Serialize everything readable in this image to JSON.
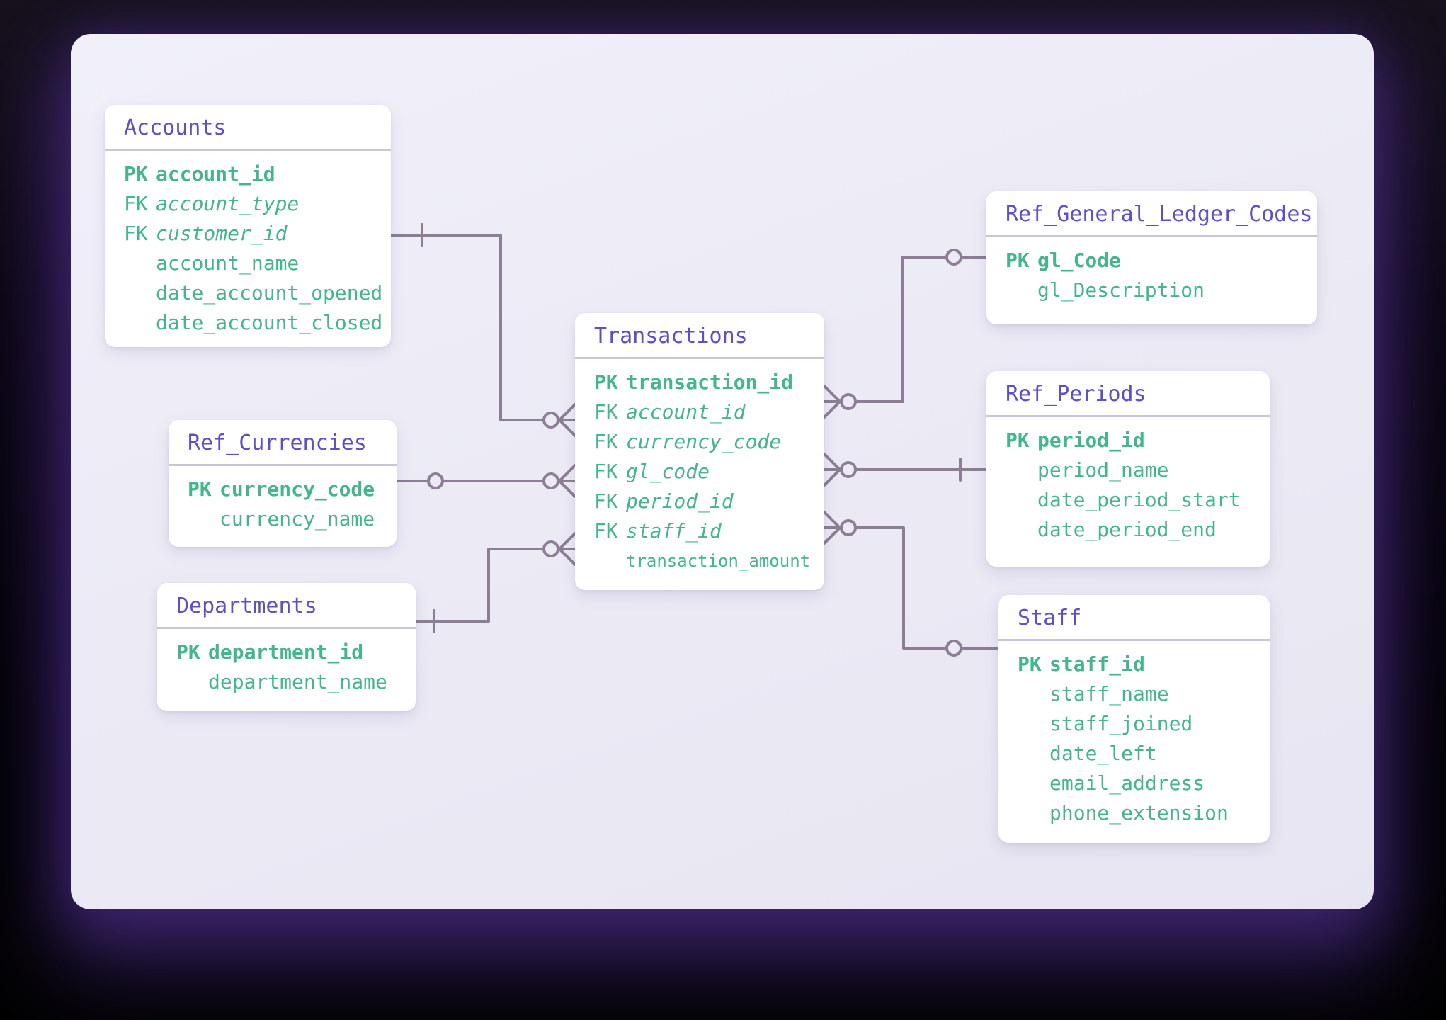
{
  "diagram": {
    "kind": "entity-relationship-diagram",
    "colors": {
      "page_background": "#050208",
      "canvas_background": "#ecebf5",
      "card_background": "#ffffff",
      "title_purple": "#5b50c5",
      "field_green": "#45b58b",
      "connector_gray": "#8b7e95",
      "divider_gray": "#c9c5d4"
    },
    "tables": {
      "accounts": {
        "title": "Accounts",
        "fields": [
          {
            "key": "PK",
            "name": "account_id"
          },
          {
            "key": "FK",
            "name": "account_type"
          },
          {
            "key": "FK",
            "name": "customer_id"
          },
          {
            "key": "",
            "name": "account_name"
          },
          {
            "key": "",
            "name": "date_account_opened"
          },
          {
            "key": "",
            "name": "date_account_closed"
          }
        ]
      },
      "ref_currencies": {
        "title": "Ref_Currencies",
        "fields": [
          {
            "key": "PK",
            "name": "currency_code"
          },
          {
            "key": "",
            "name": "currency_name"
          }
        ]
      },
      "departments": {
        "title": "Departments",
        "fields": [
          {
            "key": "PK",
            "name": "department_id"
          },
          {
            "key": "",
            "name": "department_name"
          }
        ]
      },
      "transactions": {
        "title": "Transactions",
        "fields": [
          {
            "key": "PK",
            "name": "transaction_id"
          },
          {
            "key": "FK",
            "name": "account_id"
          },
          {
            "key": "FK",
            "name": "currency_code"
          },
          {
            "key": "FK",
            "name": "gl_code"
          },
          {
            "key": "FK",
            "name": "period_id"
          },
          {
            "key": "FK",
            "name": "staff_id"
          },
          {
            "key": "",
            "name": "transaction_amount"
          }
        ]
      },
      "ref_general_ledger_codes": {
        "title": "Ref_General_Ledger_Codes",
        "fields": [
          {
            "key": "PK",
            "name": "gl_Code"
          },
          {
            "key": "",
            "name": "gl_Description"
          }
        ]
      },
      "ref_periods": {
        "title": "Ref_Periods",
        "fields": [
          {
            "key": "PK",
            "name": "period_id"
          },
          {
            "key": "",
            "name": "period_name"
          },
          {
            "key": "",
            "name": "date_period_start"
          },
          {
            "key": "",
            "name": "date_period_end"
          }
        ]
      },
      "staff": {
        "title": "Staff",
        "fields": [
          {
            "key": "PK",
            "name": "staff_id"
          },
          {
            "key": "",
            "name": "staff_name"
          },
          {
            "key": "",
            "name": "staff_joined"
          },
          {
            "key": "",
            "name": "date_left"
          },
          {
            "key": "",
            "name": "email_address"
          },
          {
            "key": "",
            "name": "phone_extension"
          }
        ]
      }
    },
    "relationships": [
      {
        "from": "Accounts",
        "to": "Transactions",
        "from_cardinality": "one",
        "to_cardinality": "zero-or-many"
      },
      {
        "from": "Ref_Currencies",
        "to": "Transactions",
        "from_cardinality": "zero-or-one",
        "to_cardinality": "zero-or-many"
      },
      {
        "from": "Departments",
        "to": "Transactions",
        "from_cardinality": "one",
        "to_cardinality": "zero-or-many"
      },
      {
        "from": "Ref_General_Ledger_Codes",
        "to": "Transactions",
        "from_cardinality": "zero-or-one",
        "to_cardinality": "zero-or-many"
      },
      {
        "from": "Ref_Periods",
        "to": "Transactions",
        "from_cardinality": "one",
        "to_cardinality": "zero-or-many"
      },
      {
        "from": "Staff",
        "to": "Transactions",
        "from_cardinality": "zero-or-one",
        "to_cardinality": "zero-or-many"
      }
    ]
  }
}
